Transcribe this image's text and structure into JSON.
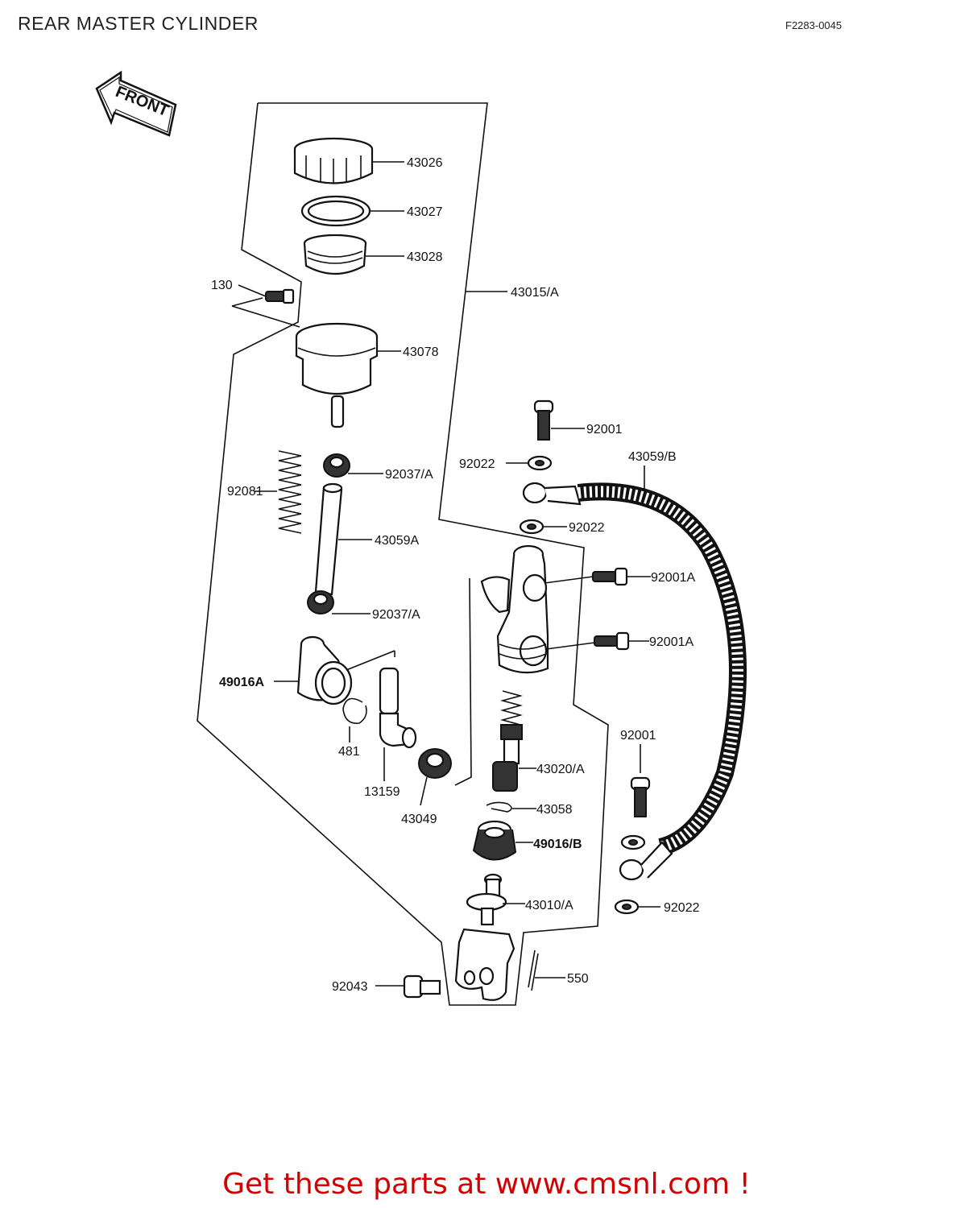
{
  "header": {
    "title": "REAR MASTER CYLINDER",
    "ref_code": "F2283-0045"
  },
  "front_arrow": {
    "label": "FRONT",
    "icon": "front-arrow-icon"
  },
  "parts": {
    "p43026": "43026",
    "p43027": "43027",
    "p43028": "43028",
    "p130": "130",
    "p43015A": "43015/A",
    "p43078": "43078",
    "p92001_top": "92001",
    "p92022_a": "92022",
    "p43059B": "43059/B",
    "p92081": "92081",
    "p92037A_top": "92037/A",
    "p92022_b": "92022",
    "p43059A": "43059A",
    "p92001A_a": "92001A",
    "p92037A_bot": "92037/A",
    "p92001A_b": "92001A",
    "p49016A": "49016A",
    "p92001_mid": "92001",
    "p481": "481",
    "p43020A": "43020/A",
    "p13159": "13159",
    "p43049": "43049",
    "p43058": "43058",
    "p49016B": "49016/B",
    "p43010A": "43010/A",
    "p92022_c": "92022",
    "p550": "550",
    "p92043": "92043"
  },
  "footer": {
    "text": "Get these parts at www.cmsnl.com !",
    "color": "#d40000"
  }
}
